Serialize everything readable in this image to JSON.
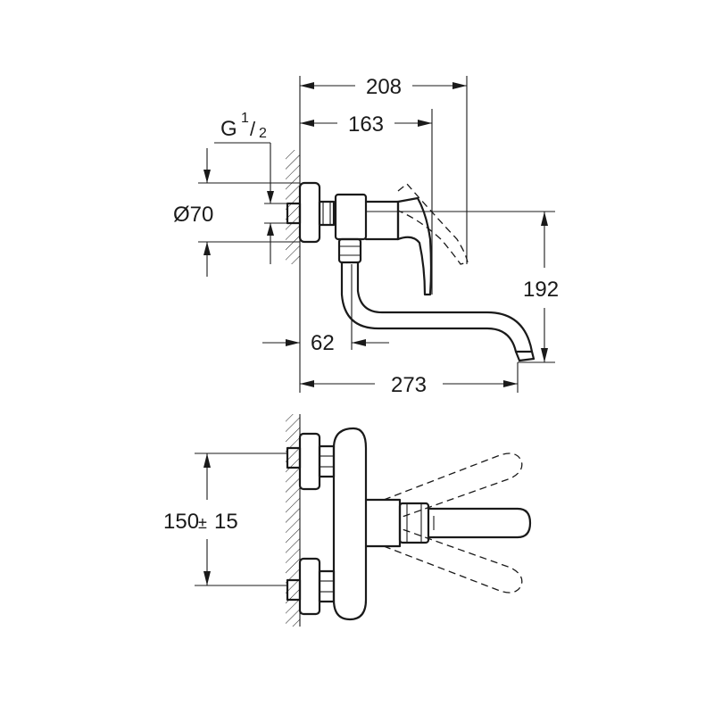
{
  "drawing": {
    "dimensions": {
      "overall_depth": "208",
      "lever_depth": "163",
      "spout_reach": "273",
      "spout_offset": "62",
      "height": "192",
      "escutcheon_diameter": "Ø70",
      "thread_letter": "G",
      "thread_num": "1",
      "thread_den": "2",
      "centers_value": "150",
      "centers_tolerance": "±15"
    }
  }
}
